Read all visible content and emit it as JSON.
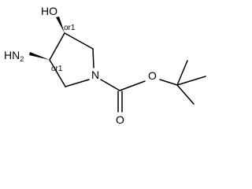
{
  "molecule": {
    "atoms": {
      "hydroxyl": "HO",
      "amino": "NH2",
      "amino_prefix": "H",
      "amino_n": "N",
      "amino_sub": "2",
      "ring_nitrogen": "N",
      "carbonyl_oxygen": "O",
      "ester_oxygen": "O"
    },
    "stereo_labels": {
      "c4": "or1",
      "c3": "or1"
    }
  }
}
